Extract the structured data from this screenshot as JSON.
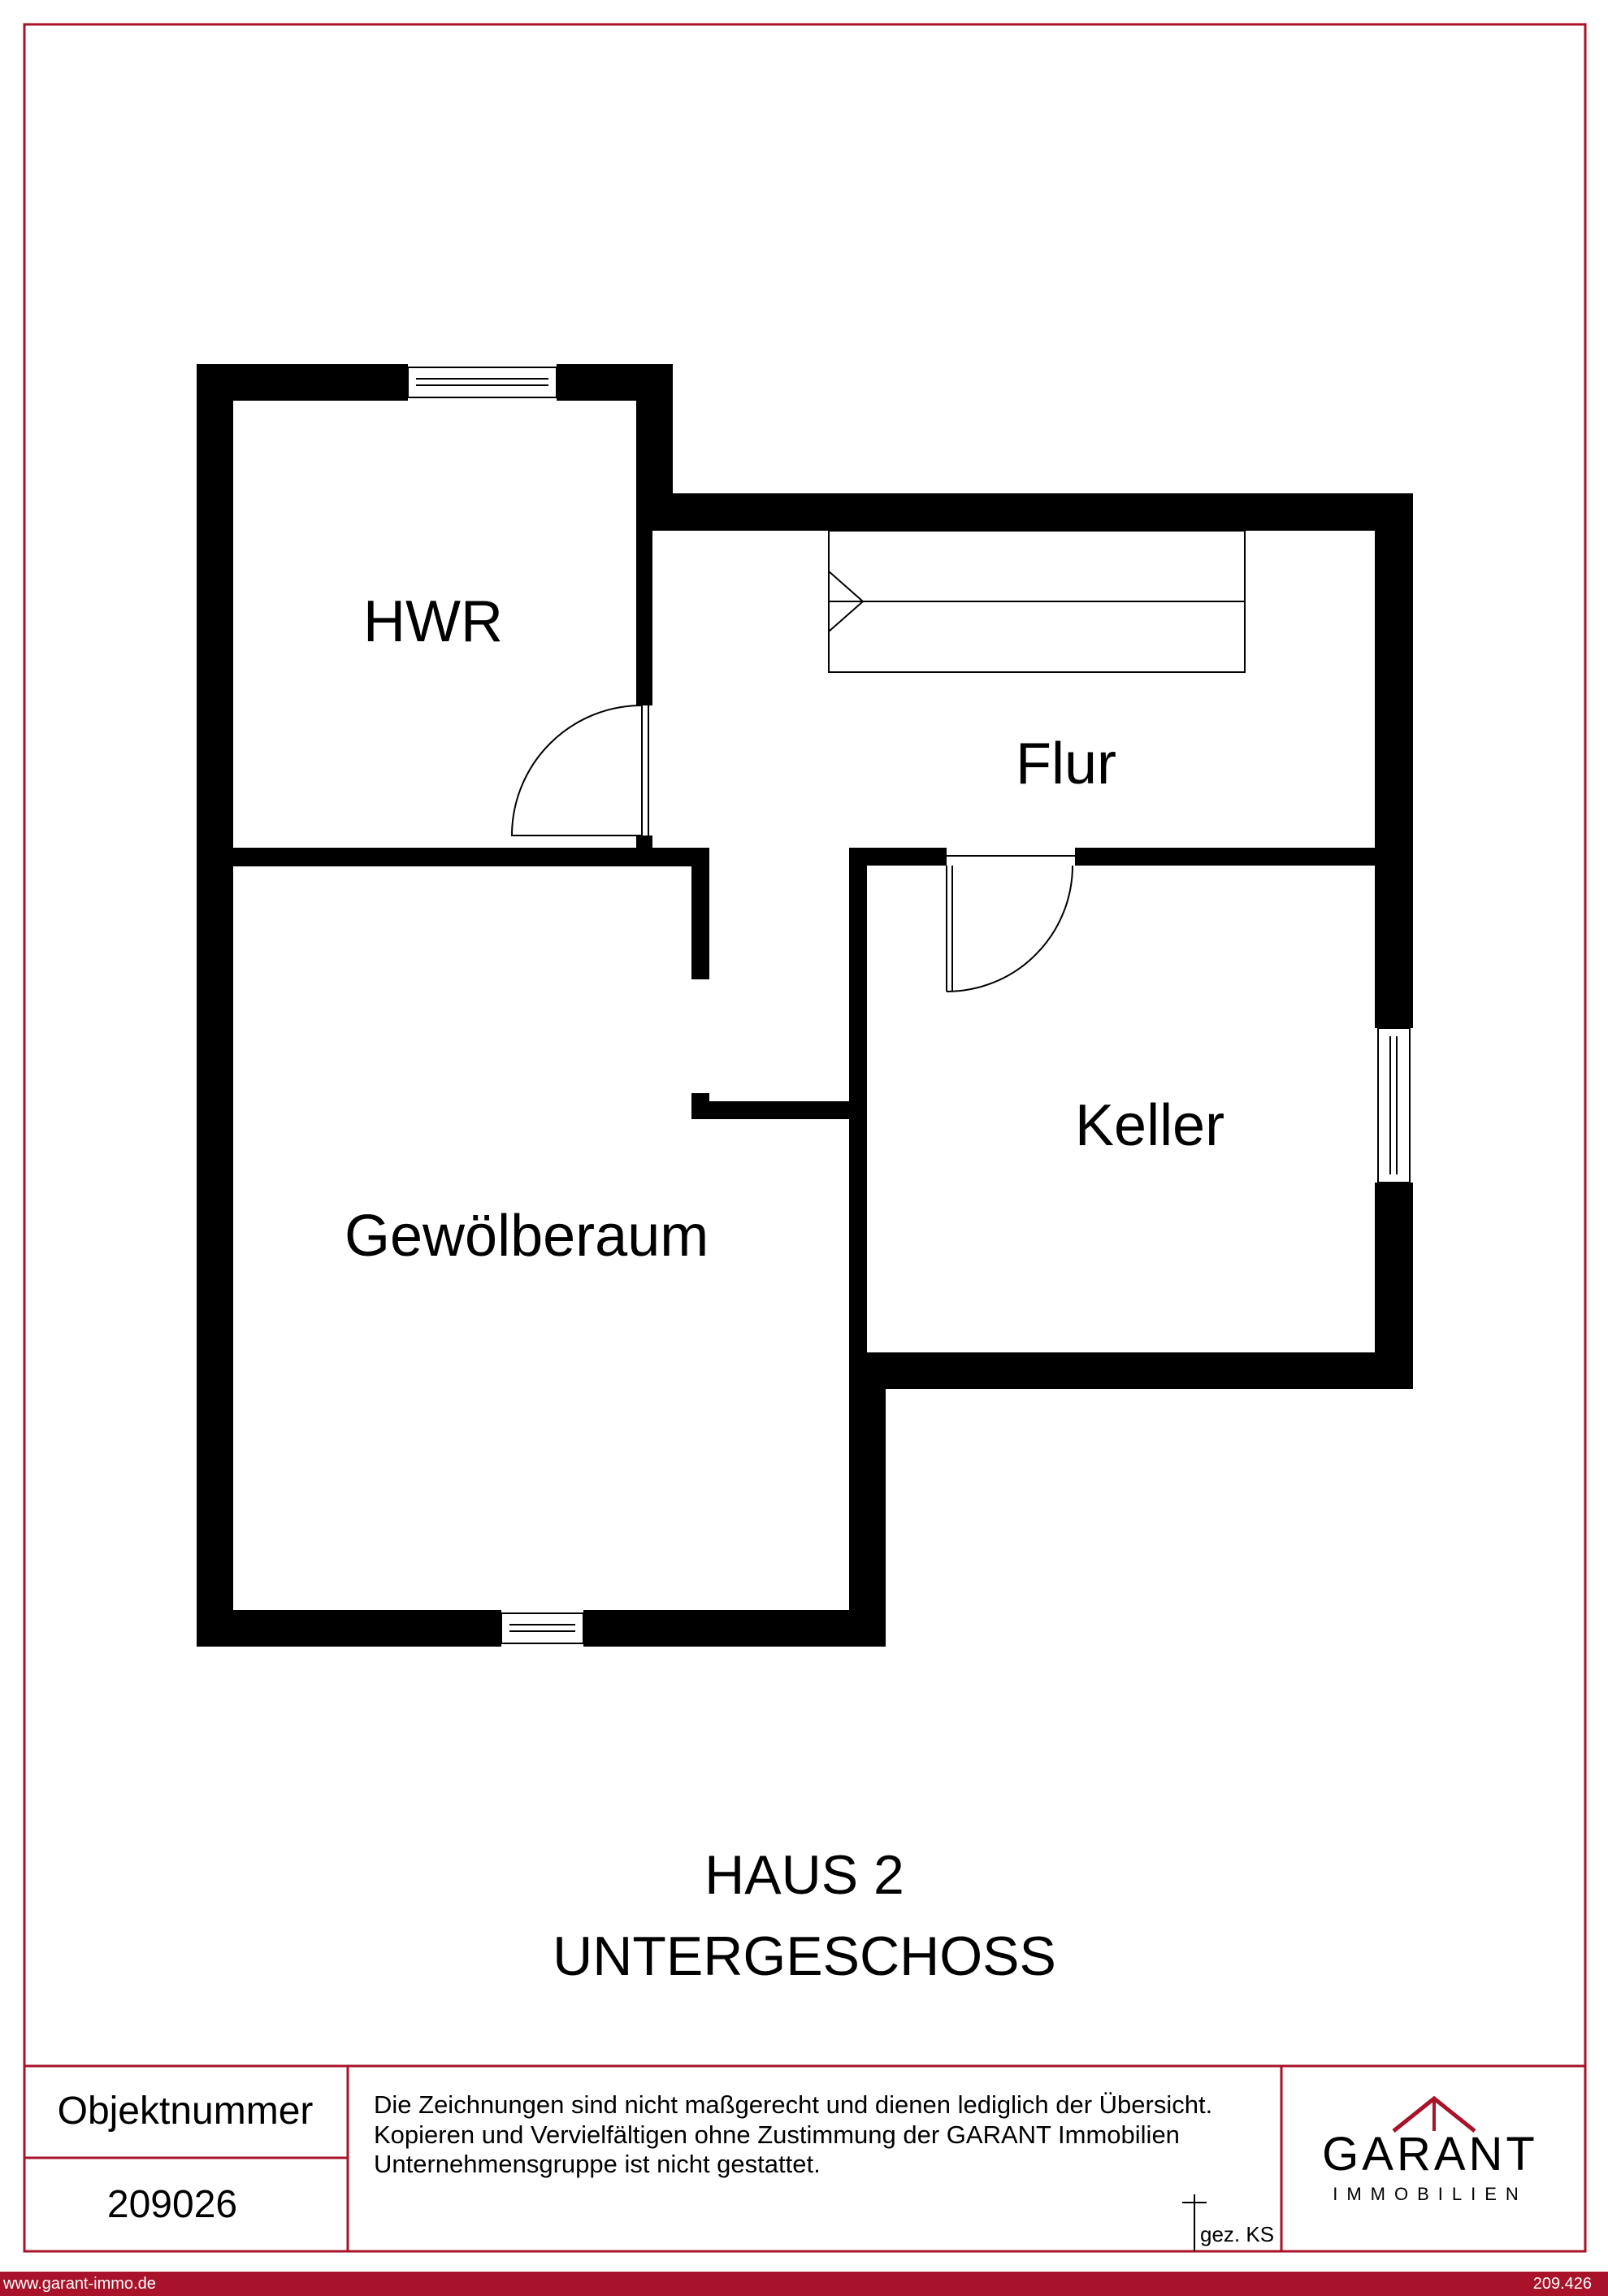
{
  "rooms": {
    "hwr": "HWR",
    "flur": "Flur",
    "keller": "Keller",
    "gewoelbe": "Gewölberaum"
  },
  "title": {
    "line1": "HAUS 2",
    "line2": "UNTERGESCHOSS"
  },
  "footer": {
    "object_label": "Objektnummer",
    "object_number": "209026",
    "disclaimer": [
      "Die Zeichnungen sind nicht maßgerecht und dienen lediglich der Übersicht.",
      "Kopieren und Vervielfältigen ohne Zustimmung der GARANT Immobilien",
      "Unternehmensgruppe ist nicht gestattet."
    ],
    "signed": "gez. KS",
    "logo_main": "GARANT",
    "logo_sub": "IMMOBILIEN"
  },
  "bottom_bar": {
    "website": "www.garant-immo.de",
    "ref": "209.426"
  },
  "colors": {
    "frame": "#a8132a",
    "wall": "#000000",
    "bar": "#a8132a"
  }
}
